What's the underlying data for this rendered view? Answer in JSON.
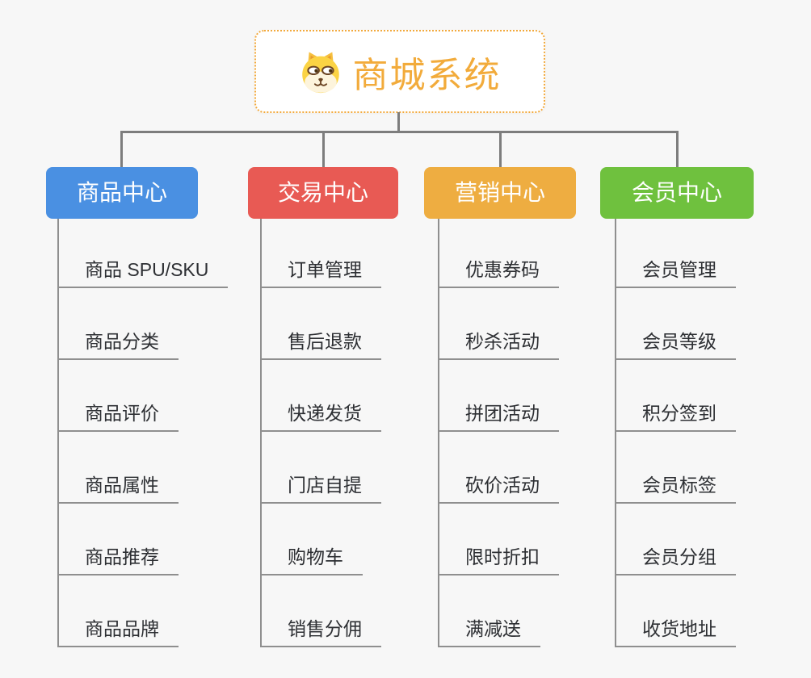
{
  "root": {
    "title": "商城系统",
    "icon": "dog-face-icon",
    "title_color": "#f2ab3b",
    "border_color": "#f2a93c"
  },
  "connector_color": "#7d7d7d",
  "underline_color": "#8f8f8f",
  "background_color": "#f7f7f7",
  "branches": [
    {
      "label": "商品中心",
      "color": "#4a90e2",
      "children": [
        "商品 SPU/SKU",
        "商品分类",
        "商品评价",
        "商品属性",
        "商品推荐",
        "商品品牌"
      ]
    },
    {
      "label": "交易中心",
      "color": "#e85a54",
      "children": [
        "订单管理",
        "售后退款",
        "快递发货",
        "门店自提",
        "购物车",
        "销售分佣"
      ]
    },
    {
      "label": "营销中心",
      "color": "#eead41",
      "children": [
        "优惠券码",
        "秒杀活动",
        "拼团活动",
        "砍价活动",
        "限时折扣",
        "满减送"
      ]
    },
    {
      "label": "会员中心",
      "color": "#6fc13e",
      "children": [
        "会员管理",
        "会员等级",
        "积分签到",
        "会员标签",
        "会员分组",
        "收货地址"
      ]
    }
  ]
}
